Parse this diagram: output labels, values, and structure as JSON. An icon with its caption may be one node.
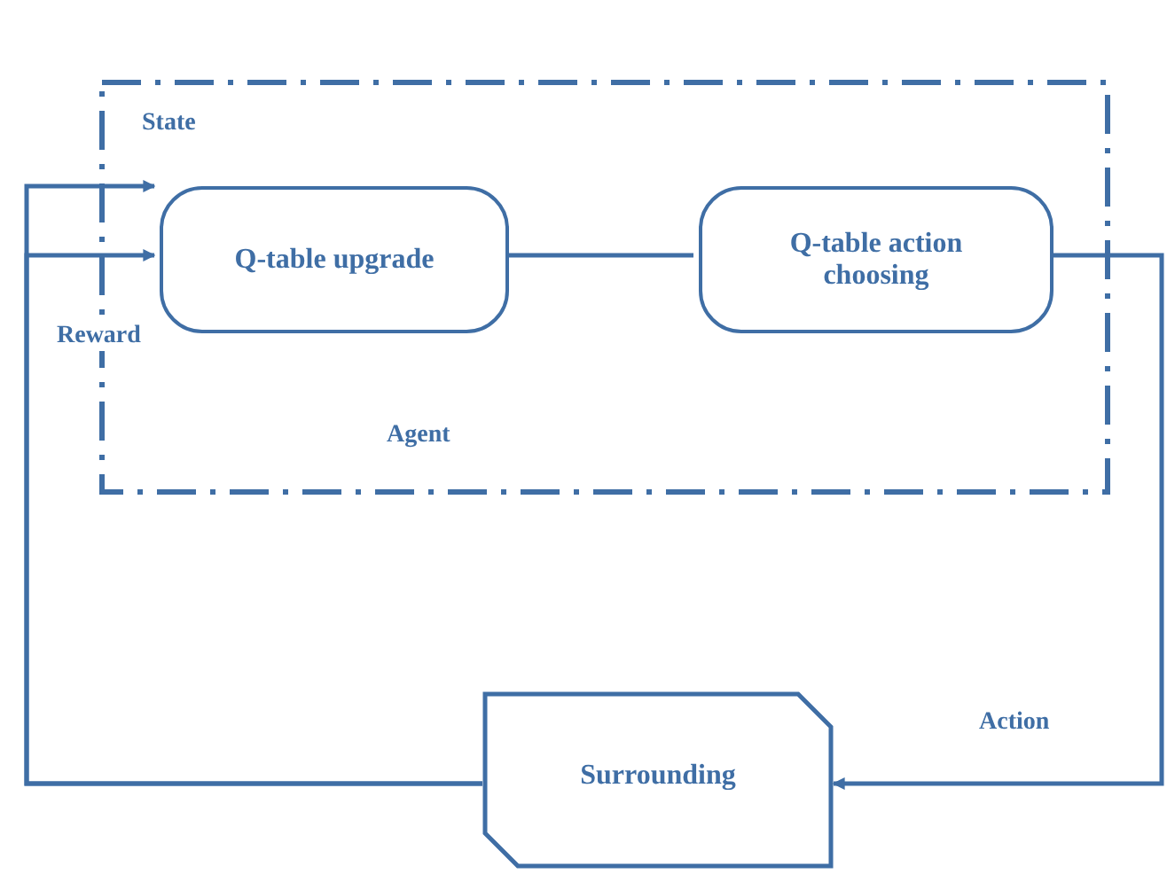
{
  "diagram": {
    "nodes": [
      {
        "text": [
          "Agent"
        ]
      },
      {
        "text": [
          "Q-table upgrade"
        ],
        "in": 0
      },
      {
        "text": [
          "Q-table action choosing"
        ],
        "in": 0
      },
      {
        "text": [
          "Surrounding"
        ]
      }
    ],
    "edges": [
      {
        "from": 1,
        "to": 2,
        "arrow": "none"
      },
      {
        "from": 2,
        "to": 3,
        "arrow": "to",
        "label": "Action"
      },
      {
        "from": 3,
        "to": 1,
        "arrow": "to",
        "label": "State"
      },
      {
        "from": 3,
        "to": 1,
        "arrow": "to",
        "label": "Reward"
      }
    ]
  }
}
